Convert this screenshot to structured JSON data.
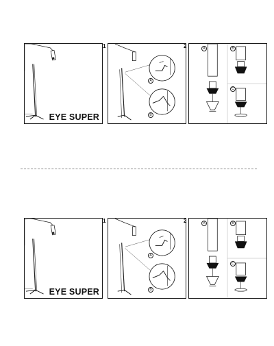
{
  "sheets": [
    {
      "title": "EYE SUPER",
      "steps": [
        "1",
        "2"
      ],
      "callouts_step1": [
        "A",
        "B"
      ],
      "callouts_step2": [
        "A",
        "B",
        "C"
      ]
    },
    {
      "title": "EYE SUPER",
      "steps": [
        "1",
        "2"
      ],
      "callouts_step1": [
        "A",
        "B"
      ],
      "callouts_step2": [
        "A",
        "B",
        "C"
      ]
    }
  ],
  "icons": {
    "lamp": "floor-lamp-illustration",
    "detail": "magnified-detail-circle",
    "bulb": "bulb-illustration"
  }
}
